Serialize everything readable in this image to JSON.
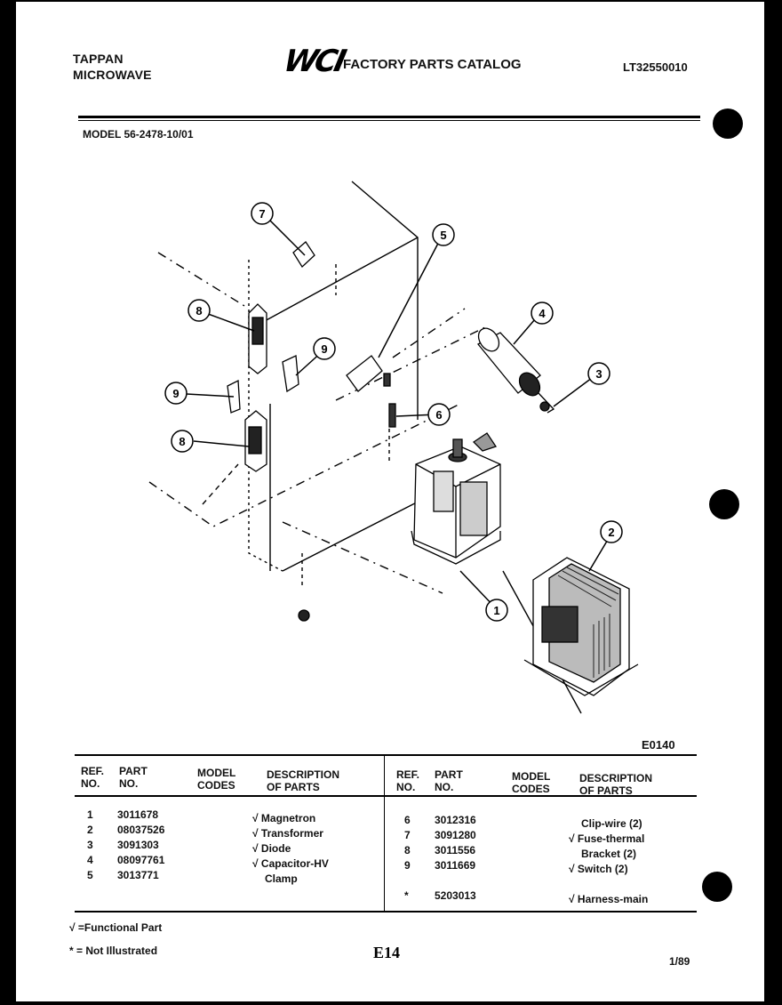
{
  "header": {
    "brand_line1": "TAPPAN",
    "brand_line2": "MICROWAVE",
    "logo_text": "WCI",
    "catalog_title": "FACTORY PARTS CATALOG",
    "doc_code": "LT32550010",
    "model": "MODEL 56-2478-10/01"
  },
  "diagram": {
    "figure_code": "E0140",
    "callouts": [
      "1",
      "2",
      "3",
      "4",
      "5",
      "6",
      "7",
      "8",
      "9",
      "8",
      "9"
    ]
  },
  "table": {
    "headers": {
      "ref_no": [
        "REF.",
        "NO."
      ],
      "part_no": [
        "PART",
        "NO."
      ],
      "model_codes": [
        "MODEL",
        "CODES"
      ],
      "description": [
        "DESCRIPTION",
        "OF PARTS"
      ]
    },
    "left": {
      "refs": [
        "1",
        "2",
        "3",
        "4",
        "5"
      ],
      "parts": [
        "3011678",
        "08037526",
        "3091303",
        "08097761",
        "3013771"
      ],
      "descriptions": [
        "√ Magnetron",
        "√ Transformer",
        "√ Diode",
        "√ Capacitor-HV",
        "   Clamp"
      ]
    },
    "right": {
      "refs": [
        "6",
        "7",
        "8",
        "9",
        "",
        "*"
      ],
      "parts": [
        "3012316",
        "3091280",
        "3011556",
        "3011669",
        "",
        "5203013"
      ],
      "descriptions": [
        "   Clip-wire (2)",
        "√ Fuse-thermal",
        "   Bracket (2)",
        "√ Switch (2)",
        "",
        "√ Harness-main"
      ]
    }
  },
  "footer": {
    "note_functional": "√ =Functional Part",
    "note_not_illustrated": "* = Not Illustrated",
    "page_code": "E14",
    "date": "1/89"
  }
}
